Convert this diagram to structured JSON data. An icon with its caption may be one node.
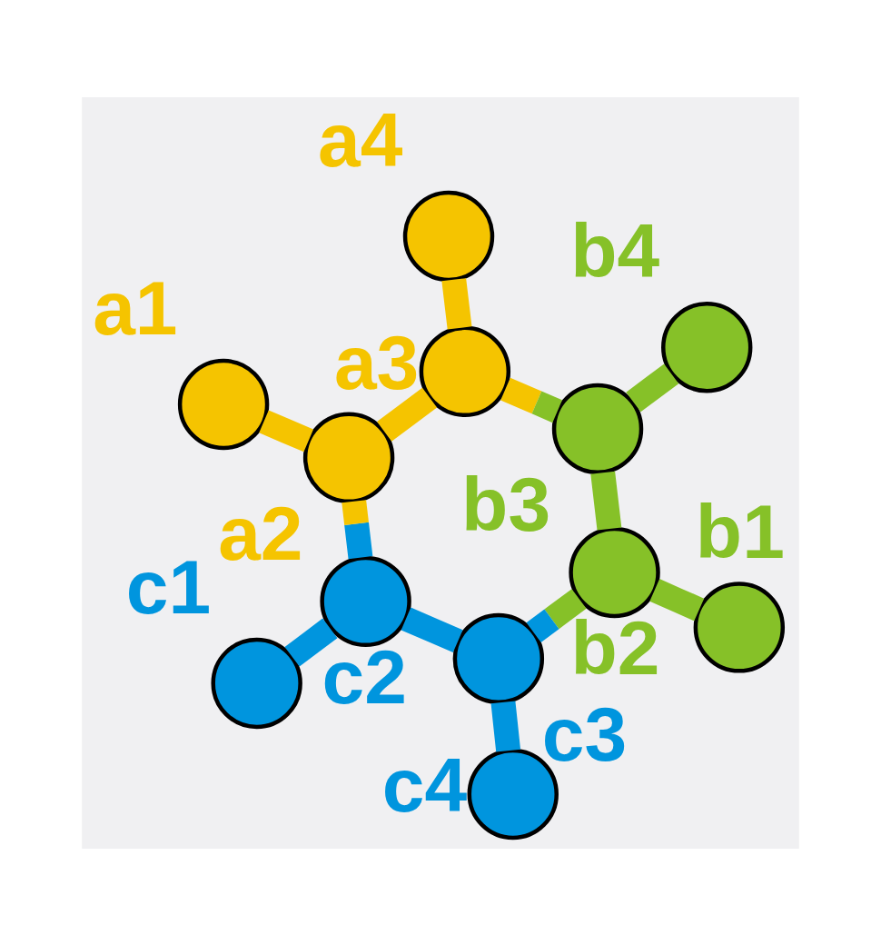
{
  "diagram": {
    "nodes": [
      {
        "text": [],
        "shape": "circle",
        "beside": [
          "a1"
        ]
      },
      {
        "text": [],
        "shape": "circle",
        "beside": [
          "a2"
        ]
      },
      {
        "text": [],
        "shape": "circle",
        "beside": [
          "a3"
        ]
      },
      {
        "text": [],
        "shape": "circle",
        "beside": [
          "a4"
        ]
      },
      {
        "text": [],
        "shape": "circle",
        "beside": [
          "b4"
        ]
      },
      {
        "text": [],
        "shape": "circle",
        "beside": [
          "b3"
        ]
      },
      {
        "text": [],
        "shape": "circle",
        "beside": [
          "c2"
        ]
      },
      {
        "text": [],
        "shape": "circle",
        "beside": [
          "b2"
        ]
      },
      {
        "text": [],
        "shape": "circle",
        "beside": [
          "c1"
        ]
      },
      {
        "text": [],
        "shape": "circle",
        "beside": [
          "b1"
        ]
      },
      {
        "text": [],
        "shape": "circle",
        "beside": [
          "c3"
        ]
      },
      {
        "text": [],
        "shape": "circle",
        "beside": [
          "c4"
        ]
      }
    ],
    "edges": [
      {
        "from": 0,
        "to": 1,
        "arrow": "none",
        "color": "#f5c400"
      },
      {
        "from": 1,
        "to": 2,
        "arrow": "none",
        "color": "#f5c400"
      },
      {
        "from": 2,
        "to": 3,
        "arrow": "none",
        "color": "#f5c400"
      },
      {
        "from": 2,
        "to": 5,
        "arrow": "none",
        "color": "#f5c400"
      },
      {
        "from": 5,
        "to": 4,
        "arrow": "none",
        "color": "#86c128"
      },
      {
        "from": 5,
        "to": 7,
        "arrow": "none",
        "color": "#86c128"
      },
      {
        "from": 7,
        "to": 9,
        "arrow": "none",
        "color": "#86c128"
      },
      {
        "from": 7,
        "to": 10,
        "arrow": "none",
        "color": "#86c128"
      },
      {
        "from": 10,
        "to": 11,
        "arrow": "none",
        "color": "#0095de"
      },
      {
        "from": 10,
        "to": 6,
        "arrow": "none",
        "color": "#0095de"
      },
      {
        "from": 6,
        "to": 8,
        "arrow": "none",
        "color": "#0095de"
      },
      {
        "from": 6,
        "to": 1,
        "arrow": "none",
        "color": "#0095de"
      }
    ]
  }
}
